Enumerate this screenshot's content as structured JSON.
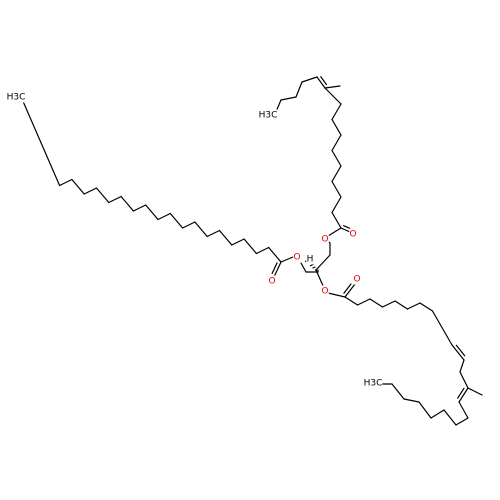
{
  "colors": {
    "bond": "#000000",
    "oxygen": "#e8000b",
    "hydrogen": "#000000",
    "background": "#ffffff"
  },
  "molecule": {
    "labels": {
      "ch3_a": "H3C",
      "ch3_b": "H3C",
      "ch3_c": "H3C",
      "h": "H",
      "o": "O"
    }
  }
}
